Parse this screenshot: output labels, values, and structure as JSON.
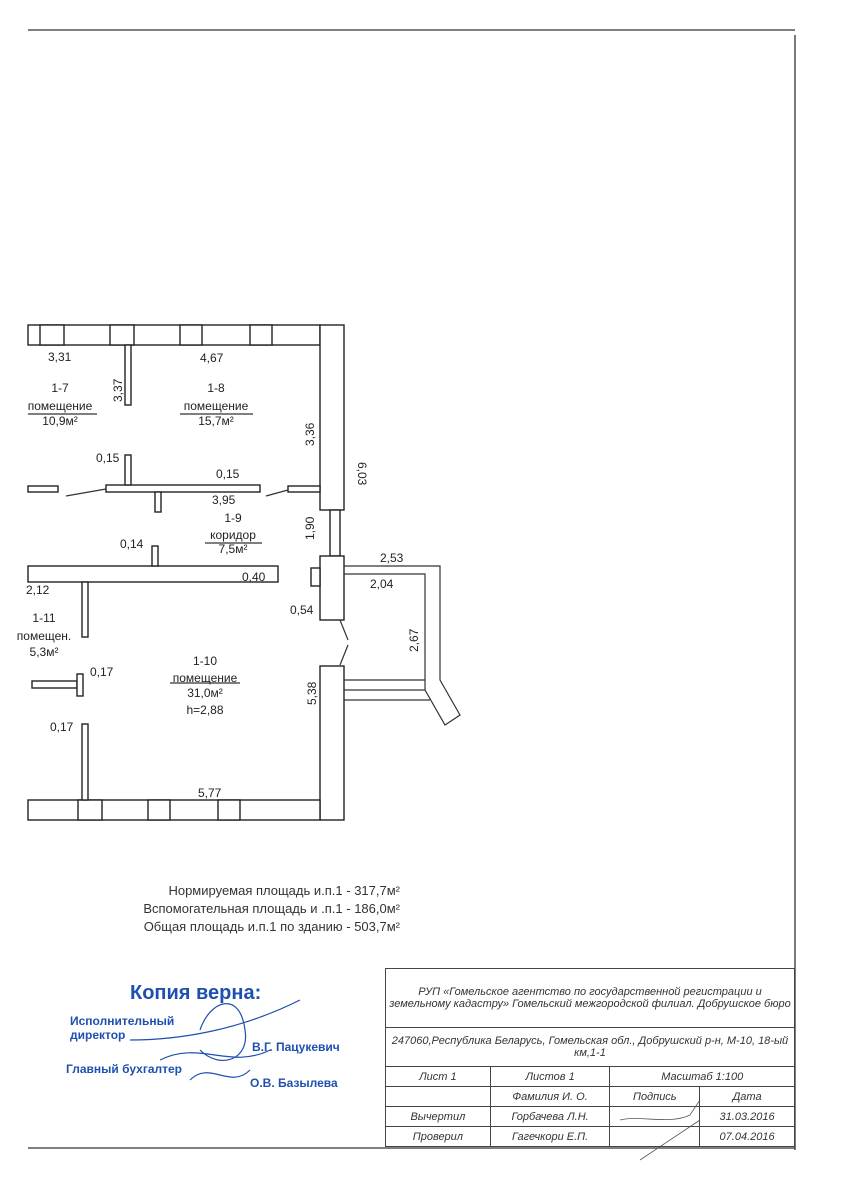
{
  "plan": {
    "rooms": [
      {
        "id": "1-7",
        "type": "помещение",
        "area": "10,9м²"
      },
      {
        "id": "1-8",
        "type": "помещение",
        "area": "15,7м²"
      },
      {
        "id": "1-9",
        "type": "коридор",
        "area": "7,5м²"
      },
      {
        "id": "1-10",
        "type": "помещение",
        "area": "31,0м²",
        "height": "h=2,88"
      },
      {
        "id": "1-11",
        "type": "помещен.",
        "area": "5,3м²"
      }
    ],
    "dims": [
      "3,31",
      "4,67",
      "3,37",
      "3,36",
      "6,03",
      "0,15",
      "0,15",
      "3,95",
      "1,90",
      "0,14",
      "0,40",
      "2,12",
      "2,53",
      "2,04",
      "0,54",
      "2,67",
      "0,17",
      "0,17",
      "5,38",
      "5,77"
    ]
  },
  "areas": {
    "normed": "Нормируемая площадь и.п.1 - 317,7м²",
    "auxiliary": "Вспомогательная площадь и .п.1 - 186,0м²",
    "total": "Общая площадь и.п.1 по зданию - 503,7м²"
  },
  "stamp": {
    "heading": "Копия верна:",
    "director_title_1": "Исполнительный",
    "director_title_2": "директор",
    "director_name": "В.Г. Пацукевич",
    "accountant_title": "Главный бухгалтер",
    "accountant_name": "О.В. Базылева",
    "color": "#1f4fb0"
  },
  "title_block": {
    "organization": "РУП «Гомельское агентство по государственной регистрации и земельному кадастру» Гомельский межгородской филиал. Добрушское бюро",
    "address": "247060,Республика Беларусь, Гомельская обл., Добрушский р-н, М-10, 18-ый км,1-1",
    "sheet": "Лист 1",
    "sheets": "Листов 1",
    "scale": "Масштаб 1:100",
    "col_name": "Фамилия И. О.",
    "col_signature": "Подпись",
    "col_date": "Дата",
    "drawn_label": "Вычертил",
    "drawn_name": "Горбачева Л.Н.",
    "drawn_date": "31.03.2016",
    "checked_label": "Проверил",
    "checked_name": "Гагечкори Е.П.",
    "checked_date": "07.04.2016"
  }
}
